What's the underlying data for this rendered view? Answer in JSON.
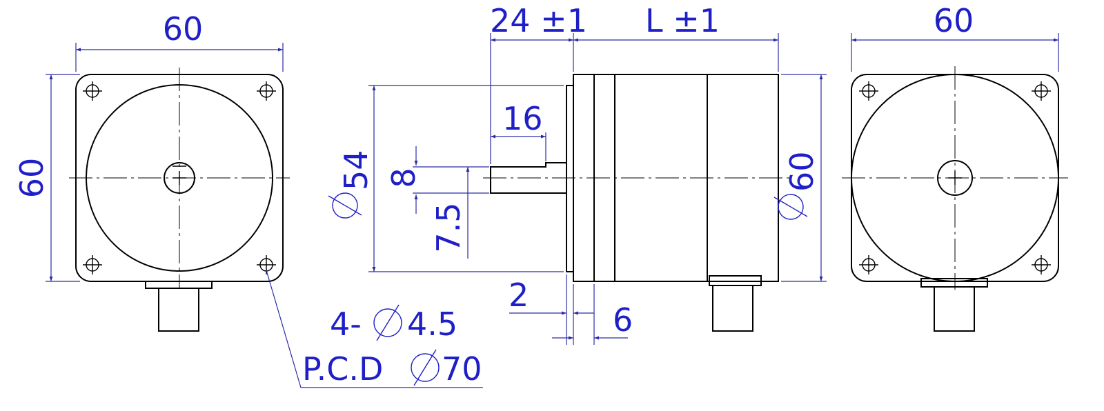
{
  "colors": {
    "line": "#000000",
    "dimension": "#1f1fc8",
    "background": "#ffffff"
  },
  "front_view": {
    "width": "60",
    "height": "60"
  },
  "mounting": {
    "holes": "4-",
    "hole_dia": "4.5",
    "pcd_label": "P.C.D",
    "pcd_value": "70"
  },
  "side_view": {
    "shaft_length": "24",
    "shaft_tol": "±1",
    "body_length": "L",
    "body_tol": "±1",
    "pilot_dia": "54",
    "shaft_key_len": "16",
    "shaft_dia": "8",
    "flat": "7.5",
    "pilot_height": "2",
    "flange": "6",
    "body_dia": "60"
  },
  "rear_view": {
    "width": "60"
  }
}
